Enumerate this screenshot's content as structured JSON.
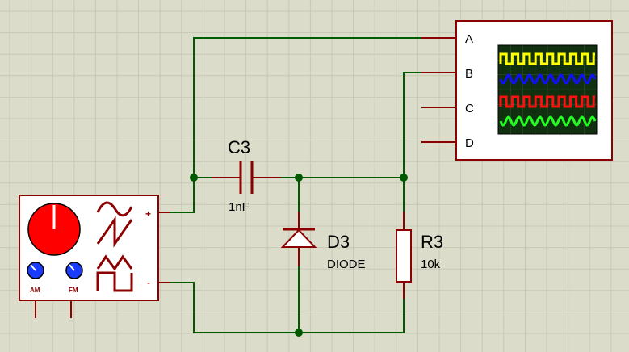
{
  "schematic": {
    "capacitor": {
      "ref": "C3",
      "value": "1nF"
    },
    "diode": {
      "ref": "D3",
      "value": "DIODE"
    },
    "resistor": {
      "ref": "R3",
      "value": "10k"
    },
    "generator": {
      "plus_label": "+",
      "minus_label": "-",
      "am_label": "AM",
      "fm_label": "FM"
    },
    "oscilloscope": {
      "channels": [
        {
          "label": "A",
          "trace_color": "#ffff00",
          "waveform": "square"
        },
        {
          "label": "B",
          "trace_color": "#1010ff",
          "waveform": "sine"
        },
        {
          "label": "C",
          "trace_color": "#ff1010",
          "waveform": "square"
        },
        {
          "label": "D",
          "trace_color": "#20ff20",
          "waveform": "sine"
        }
      ]
    }
  },
  "colors": {
    "background": "#dcdcca",
    "grid": "#c8c8b6",
    "wire": "#005a00",
    "component": "#8b0000",
    "junction": "#005a00",
    "body_fill": "#ffffff",
    "knob_red": "#ff0000",
    "knob_blue": "#1a3cff",
    "screen": "#103010"
  }
}
